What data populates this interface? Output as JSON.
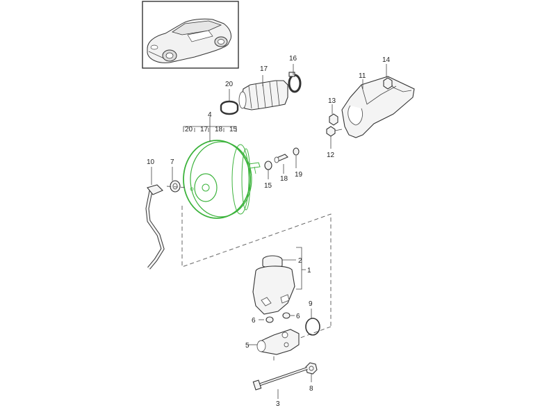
{
  "diagram": {
    "highlight_color": "#3cb33c",
    "highlighted_part": "4",
    "thumbnail": {
      "icon": "car-icon"
    },
    "callouts": [
      {
        "id": "c1",
        "label": "1"
      },
      {
        "id": "c2",
        "label": "2"
      },
      {
        "id": "c3",
        "label": "3"
      },
      {
        "id": "c4",
        "label": "4"
      },
      {
        "id": "c5",
        "label": "5"
      },
      {
        "id": "c6a",
        "label": "6"
      },
      {
        "id": "c6b",
        "label": "6"
      },
      {
        "id": "c7",
        "label": "7"
      },
      {
        "id": "c8",
        "label": "8"
      },
      {
        "id": "c9",
        "label": "9"
      },
      {
        "id": "c10",
        "label": "10"
      },
      {
        "id": "c11",
        "label": "11"
      },
      {
        "id": "c12",
        "label": "12"
      },
      {
        "id": "c13",
        "label": "13"
      },
      {
        "id": "c14",
        "label": "14"
      },
      {
        "id": "c15",
        "label": "15"
      },
      {
        "id": "c16",
        "label": "16"
      },
      {
        "id": "c17",
        "label": "17"
      },
      {
        "id": "c18",
        "label": "18"
      },
      {
        "id": "c19",
        "label": "19"
      },
      {
        "id": "c20",
        "label": "20"
      }
    ],
    "kit_bracket_labels": [
      "20",
      "17",
      "18",
      "15"
    ]
  }
}
